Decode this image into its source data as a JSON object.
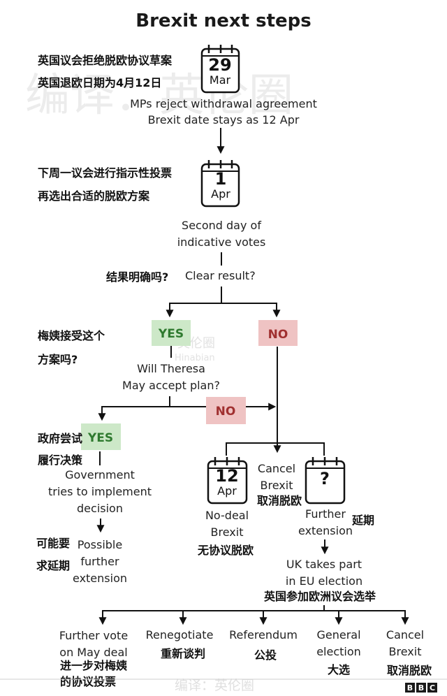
{
  "title": "Brexit next steps",
  "watermark": "编译：英伦圈",
  "watermark_footer": "编译：英伦圈",
  "watermark_faint_cn": "英伦圈",
  "watermark_faint_en": "Hinabian",
  "bbc_logo": [
    "B",
    "B",
    "C"
  ],
  "calendars": [
    {
      "day": "29",
      "month": "Mar"
    },
    {
      "day": "1",
      "month": "Apr"
    },
    {
      "day": "12",
      "month": "Apr"
    },
    {
      "day": "?",
      "month": ""
    }
  ],
  "step1": {
    "cn_line1": "英国议会拒绝脱欧协议草案",
    "cn_line2": "英国退欧日期为4月12日",
    "en_line1": "MPs reject withdrawal agreement",
    "en_line2": "Brexit date stays as 12 Apr"
  },
  "step2": {
    "cn_line1": "下周一议会进行指示性投票",
    "cn_line2": "再选出合适的脱欧方案",
    "en_line1": "Second day of",
    "en_line2": "indicative votes"
  },
  "clear_result": {
    "cn": "结果明确吗?",
    "en": "Clear result?"
  },
  "yes_label": "YES",
  "no_label": "NO",
  "theresa": {
    "cn_line1": "梅姨接受这个",
    "cn_line2": "方案吗?",
    "en_line1": "Will Theresa",
    "en_line2": "May accept plan?"
  },
  "government": {
    "cn_line1": "政府尝试",
    "cn_line2": "履行决策",
    "en_line1": "Government",
    "en_line2": "tries to implement",
    "en_line3": "decision"
  },
  "possible": {
    "cn_line1": "可能要",
    "cn_line2": "求延期",
    "en_line1": "Possible",
    "en_line2": "further",
    "en_line3": "extension"
  },
  "no_deal": {
    "en_line1": "No-deal",
    "en_line2": "Brexit",
    "cn": "无协议脱欧"
  },
  "cancel_mid": {
    "en_line1": "Cancel",
    "en_line2": "Brexit",
    "cn": "取消脱欧"
  },
  "extension": {
    "en_line1": "Further",
    "en_line2": "extension",
    "cn": "延期"
  },
  "eu_election": {
    "en_line1": "UK takes part",
    "en_line2": "in EU election",
    "cn": "英国参加欧洲议会选举"
  },
  "outcomes": [
    {
      "en_line1": "Further vote",
      "en_line2": "on May deal",
      "cn_line1": "进一步对梅姨",
      "cn_line2": "的协议投票"
    },
    {
      "en_line1": "Renegotiate",
      "en_line2": "",
      "cn_line1": "重新谈判",
      "cn_line2": ""
    },
    {
      "en_line1": "Referendum",
      "en_line2": "",
      "cn_line1": "公投",
      "cn_line2": ""
    },
    {
      "en_line1": "General",
      "en_line2": "election",
      "cn_line1": "大选",
      "cn_line2": ""
    },
    {
      "en_line1": "Cancel",
      "en_line2": "Brexit",
      "cn_line1": "取消脱欧",
      "cn_line2": ""
    }
  ],
  "colors": {
    "yes_bg": "#cde8c8",
    "yes_text": "#2f7a2f",
    "no_bg": "#efc3c3",
    "no_text": "#a03030",
    "line": "#111111"
  }
}
